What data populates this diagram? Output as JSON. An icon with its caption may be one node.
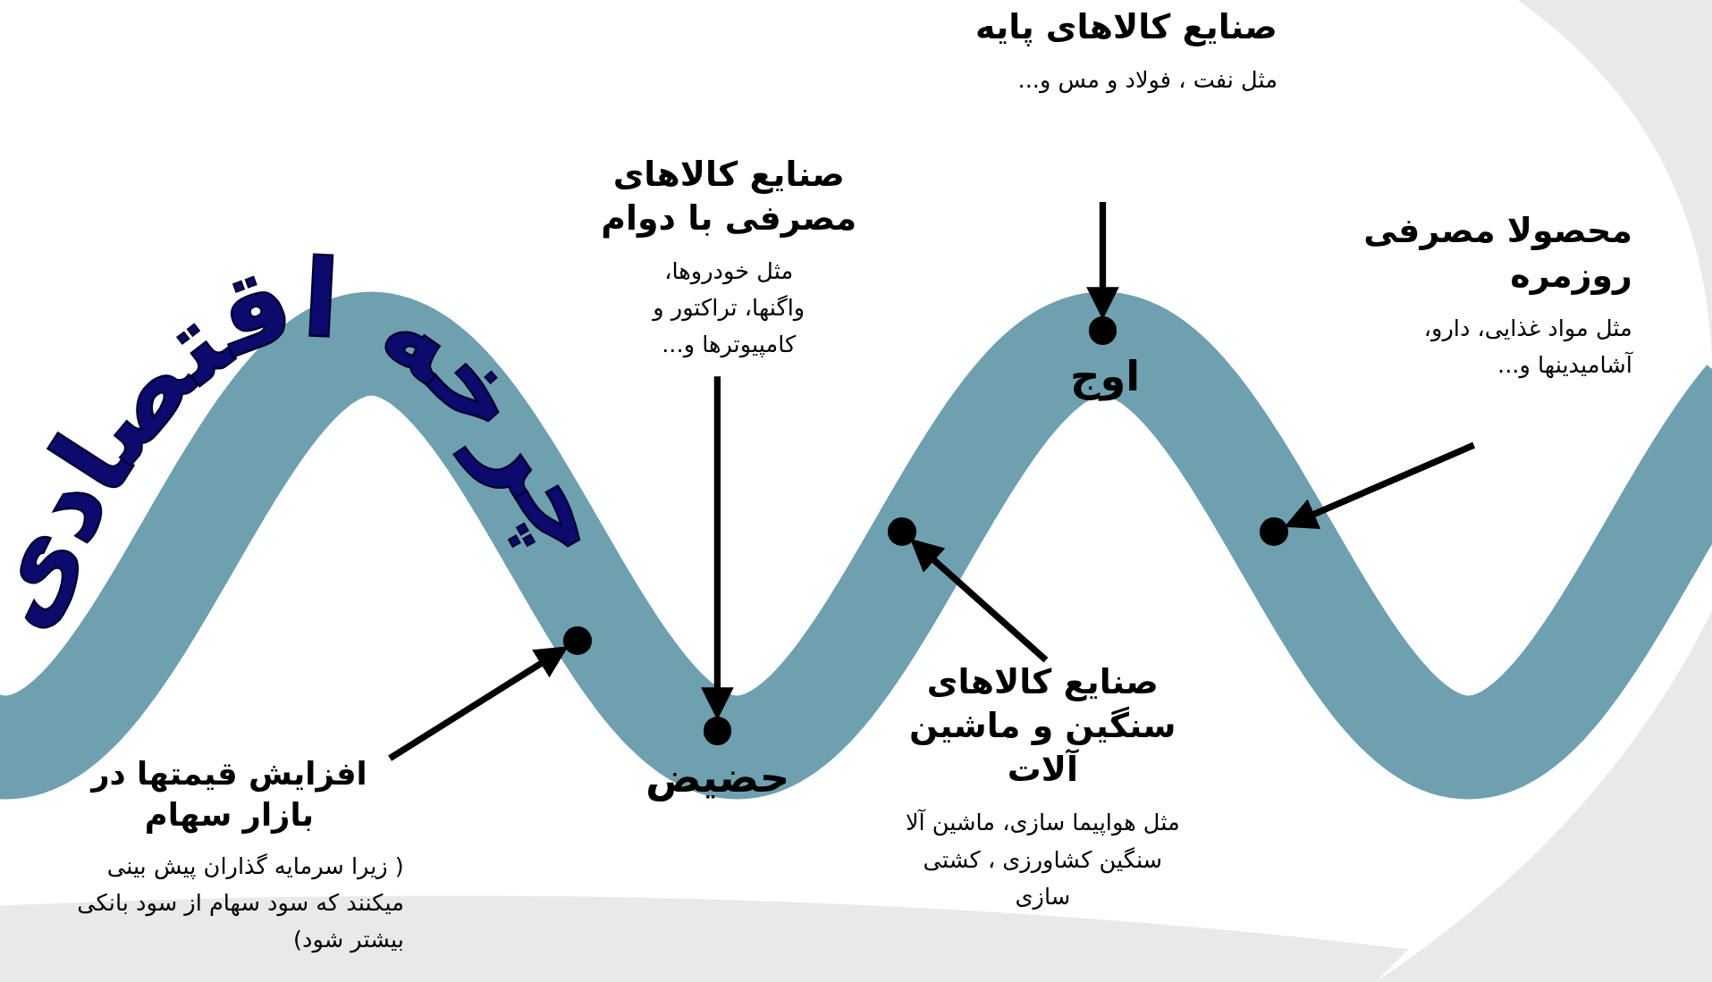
{
  "diagram": {
    "title": "چرخه اقتصادی",
    "nodes": [
      {
        "text": [
          "افزایش قیمتها در بازار سهام",
          "( زیرا سرمایه گذاران پیش بینی میکنند که سود سهام از سود بانکی بیشتر شود)"
        ]
      },
      {
        "text": [],
        "shape": "circle"
      },
      {
        "text": [
          "صنایع کالاهای مصرفی با دوام",
          "مثل خودروها، واگنها، تراکتور و کامپیوترها و..."
        ]
      },
      {
        "text": [],
        "shape": "circle",
        "beside": [
          "حضیض"
        ]
      },
      {
        "text": [
          "صنایع کالاهای سنگین و ماشین آلات",
          "مثل هواپیما سازی، ماشین آلا سنگین کشاورزی ، کشتی سازی"
        ]
      },
      {
        "text": [],
        "shape": "circle"
      },
      {
        "text": [
          "صنایع کالاهای پایه",
          "مثل نفت ، فولاد و مس و..."
        ]
      },
      {
        "text": [],
        "shape": "circle",
        "beside": [
          "اوج"
        ]
      },
      {
        "text": [
          "محصولا مصرفی روزمره",
          "مثل مواد غذایی، دارو، آشامیدینها و..."
        ]
      },
      {
        "text": [],
        "shape": "circle"
      }
    ],
    "edges": [
      {
        "from": 0,
        "to": 1,
        "arrow": "to"
      },
      {
        "from": 2,
        "to": 3,
        "arrow": "to"
      },
      {
        "from": 4,
        "to": 5,
        "arrow": "to"
      },
      {
        "from": 6,
        "to": 7,
        "arrow": "to"
      },
      {
        "from": 8,
        "to": 9,
        "arrow": "to"
      }
    ]
  }
}
